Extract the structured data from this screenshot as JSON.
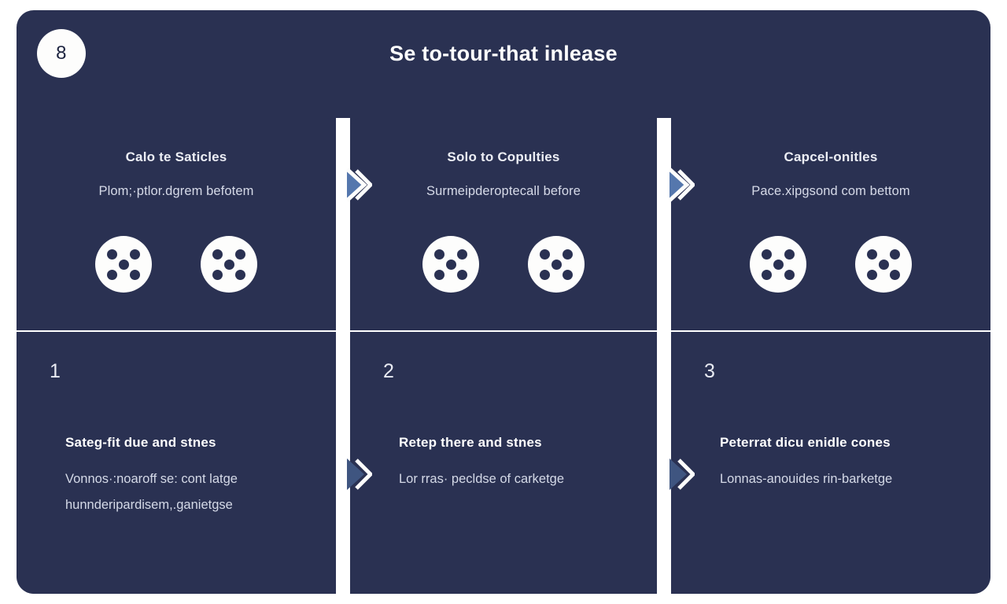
{
  "header": {
    "badge": "8",
    "title": "Se to-tour-that inlease"
  },
  "colors": {
    "panel_navy": "#2a3152",
    "page_background": "#ffffff",
    "badge_background": "#fdfdfc",
    "arrow_blue": "#5577ad",
    "arrow_outline": "#fdfdfc",
    "heading_text": "#ffffff",
    "body_text": "#d4d9e7"
  },
  "top_row": {
    "cards": [
      {
        "heading": "Calo te Saticles",
        "subtext": "Plom;·ptlor.dgrem befotem",
        "icons": [
          "five-dot-circle-icon",
          "five-dot-circle-icon"
        ]
      },
      {
        "heading": "Solo to Copulties",
        "subtext": "Surmeipderoptecall before",
        "icons": [
          "five-dot-circle-icon",
          "five-dot-circle-icon"
        ]
      },
      {
        "heading": "Capcel-onitles",
        "subtext": "Pace.xipgsond com bettom",
        "icons": [
          "five-dot-circle-icon",
          "five-dot-circle-icon"
        ]
      }
    ],
    "connectors": [
      "chevron-right-icon",
      "chevron-right-icon"
    ]
  },
  "bottom_row": {
    "cards": [
      {
        "number": "1",
        "heading": "Sateg-fit due and stnes",
        "body_lines": [
          "Vonnos·:noaroff se: cont latge",
          "hunnderipardisem,.ganietgse"
        ]
      },
      {
        "number": "2",
        "heading": "Retep there and stnes",
        "body_lines": [
          "Lor rras· pecldse of carketge"
        ]
      },
      {
        "number": "3",
        "heading": "Peterrat dicu enidle cones",
        "body_lines": [
          "Lonnas-anouides rin-barketge"
        ]
      }
    ],
    "connectors": [
      "chevron-right-icon",
      "chevron-right-icon"
    ]
  }
}
